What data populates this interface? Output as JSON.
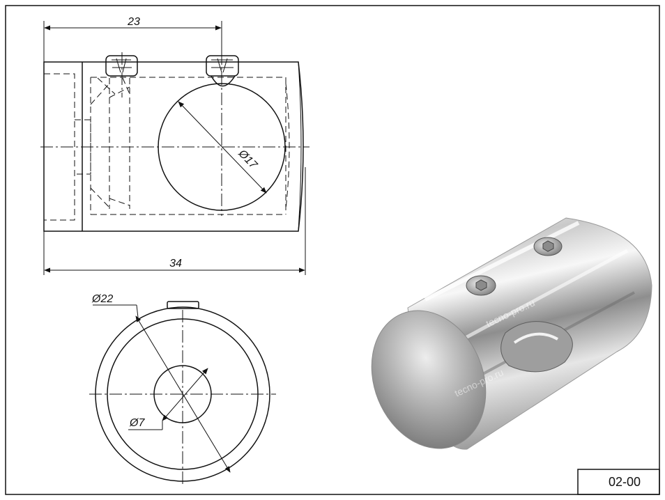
{
  "dimensions": {
    "length_top": "23",
    "length_total": "34",
    "hole_diameter_front": "Ø17",
    "outer_diameter": "Ø22",
    "bore_diameter": "Ø7"
  },
  "stamp": {
    "code": "02-00"
  },
  "render": {
    "watermark": "tecno-pro.ru",
    "metal_light": "#f4f4f4",
    "metal_mid": "#b9b9b9",
    "metal_dark": "#6d6d6d"
  }
}
